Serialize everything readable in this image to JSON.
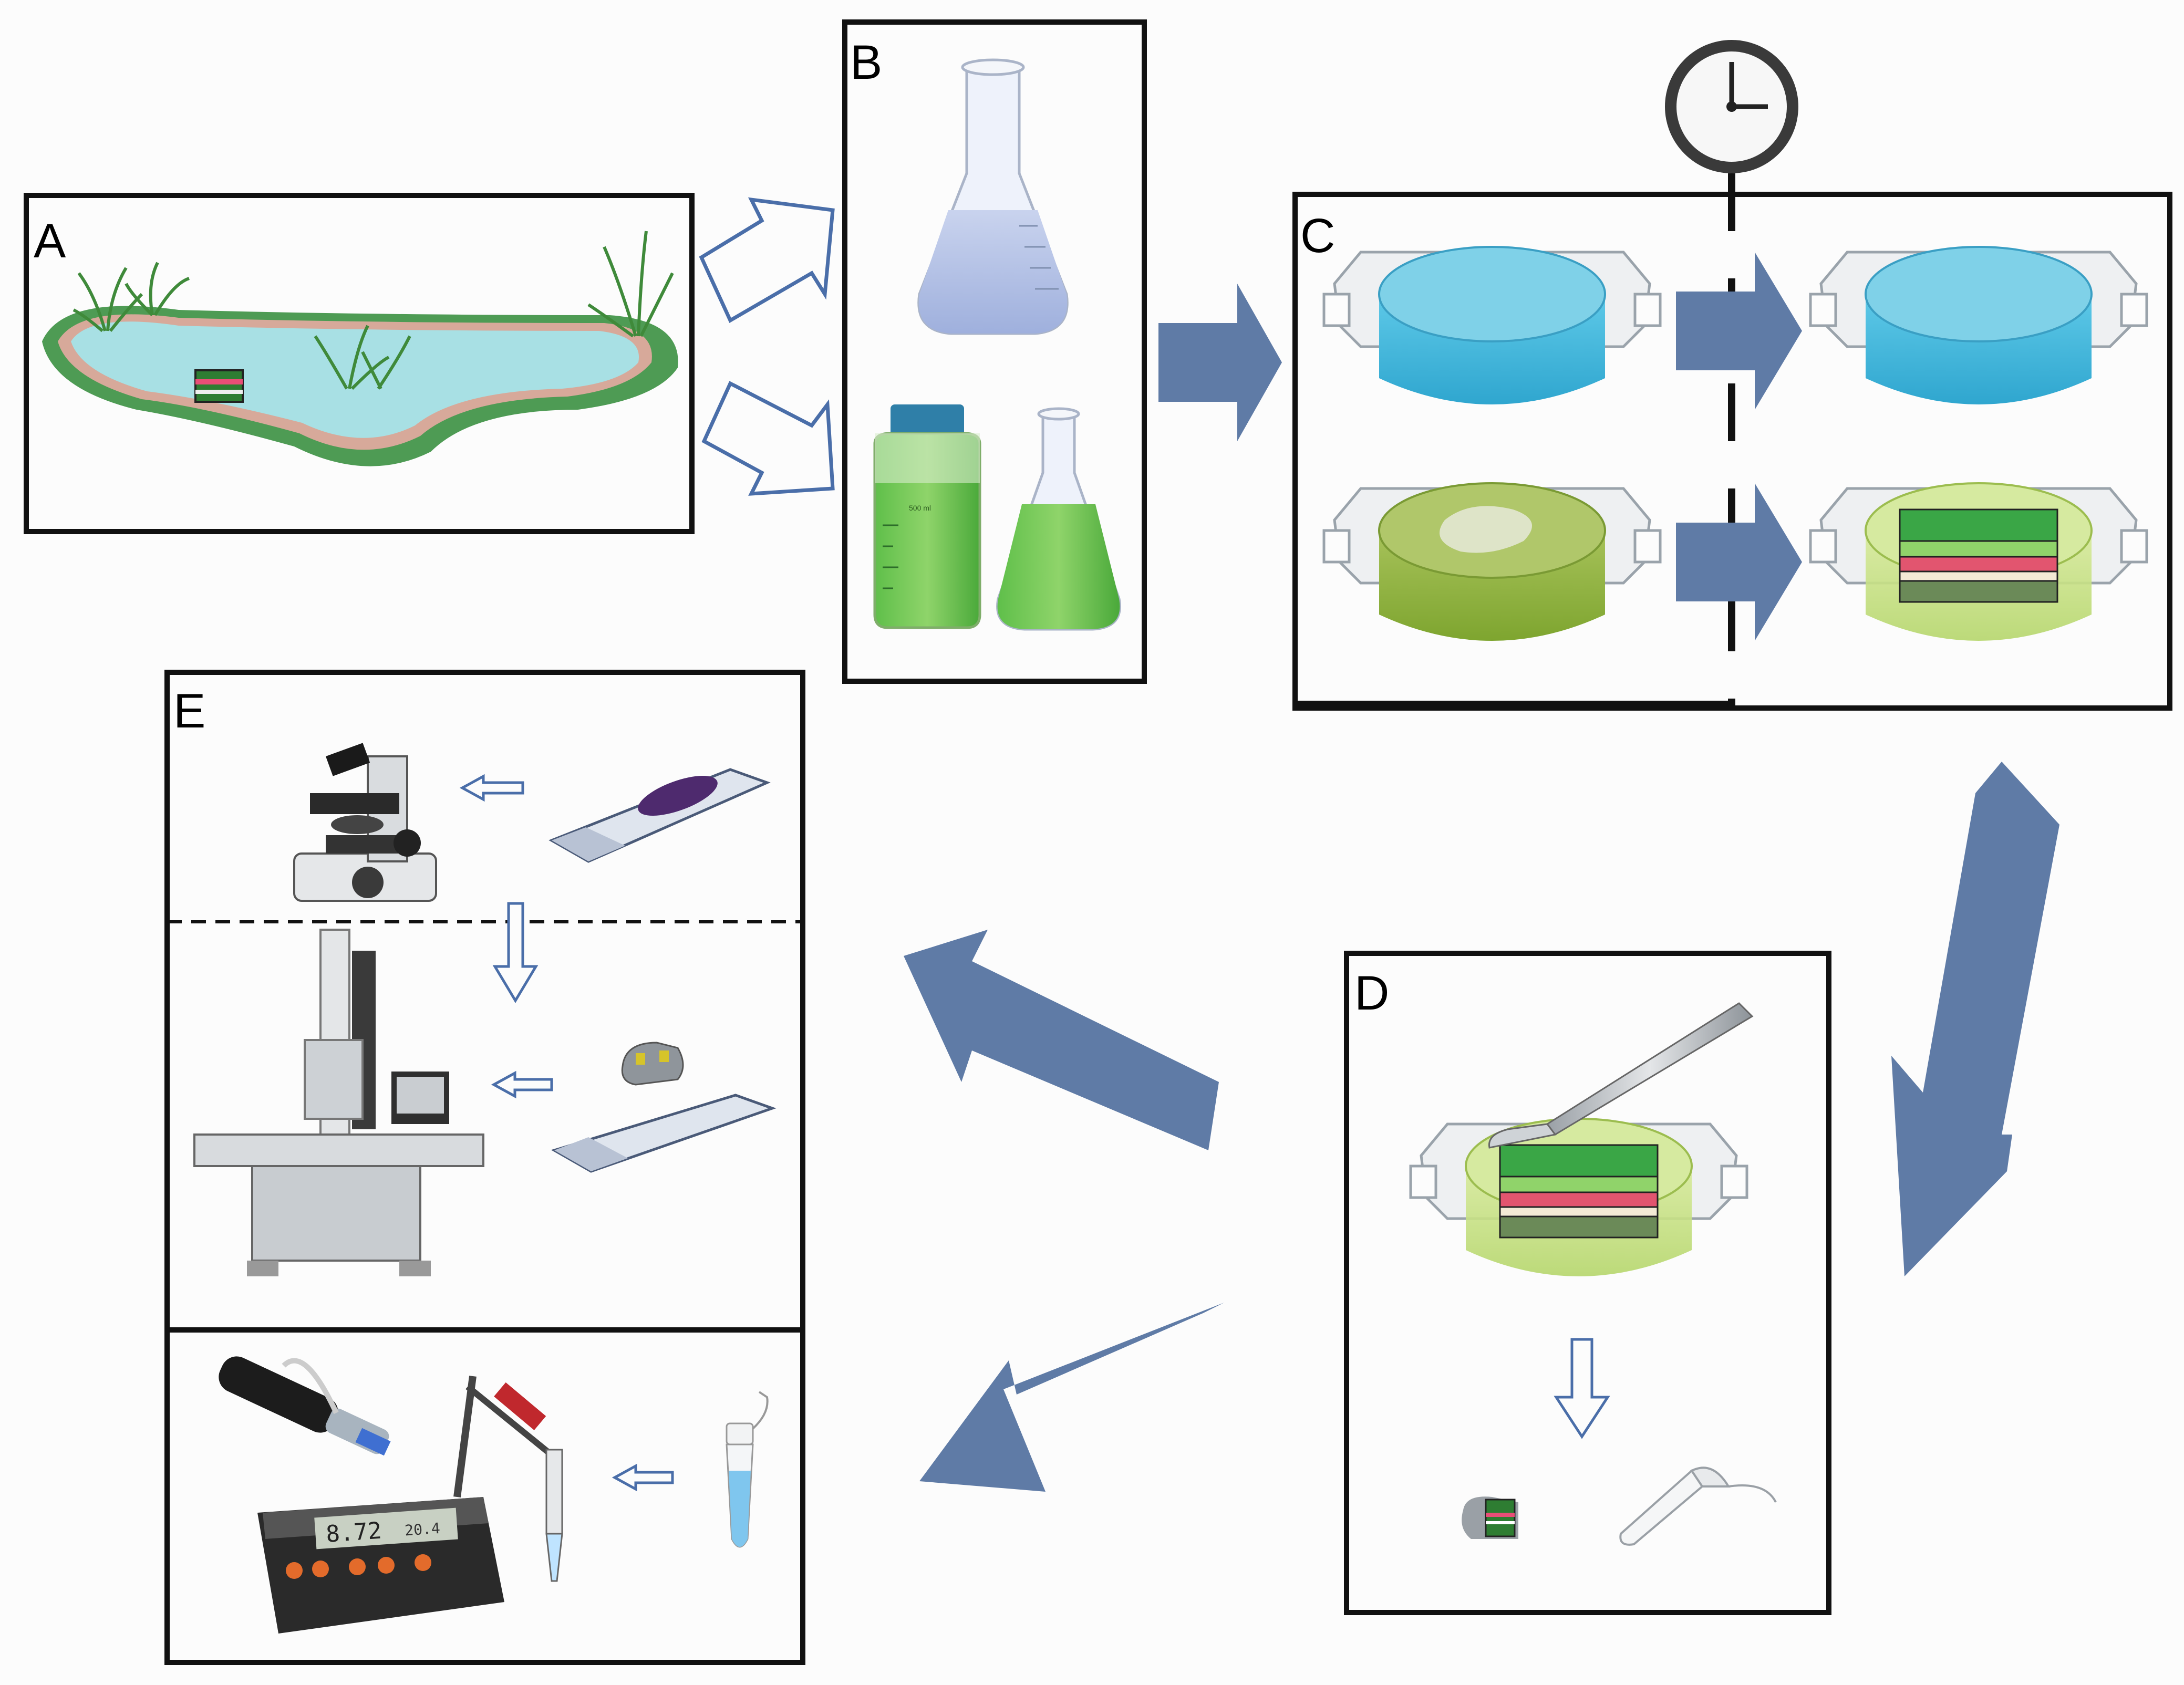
{
  "panels": {
    "a": {
      "label": "A"
    },
    "b": {
      "label": "B"
    },
    "c": {
      "label": "C"
    },
    "d": {
      "label": "D"
    },
    "e": {
      "label": "E"
    }
  },
  "meter_display": {
    "reading": "8.72",
    "secondary": "20.4"
  },
  "bottle_label": "500 ml",
  "colors": {
    "arrow": "#5f7ba6",
    "hollow_arrow": "#4a6ea9",
    "water": "#4fb8d8",
    "culture": "#7fb53a",
    "pond": "#a8e0e4",
    "grass": "#4e9b54"
  },
  "icons": [
    "pond-icon",
    "erlenmeyer-flask-icon",
    "media-bottle-icon",
    "clock-icon",
    "petri-dish-icon",
    "scalpel-icon",
    "microscope-icon",
    "slide-icon",
    "electron-microscope-icon",
    "refractometer-icon",
    "ph-meter-icon",
    "microtube-icon"
  ]
}
